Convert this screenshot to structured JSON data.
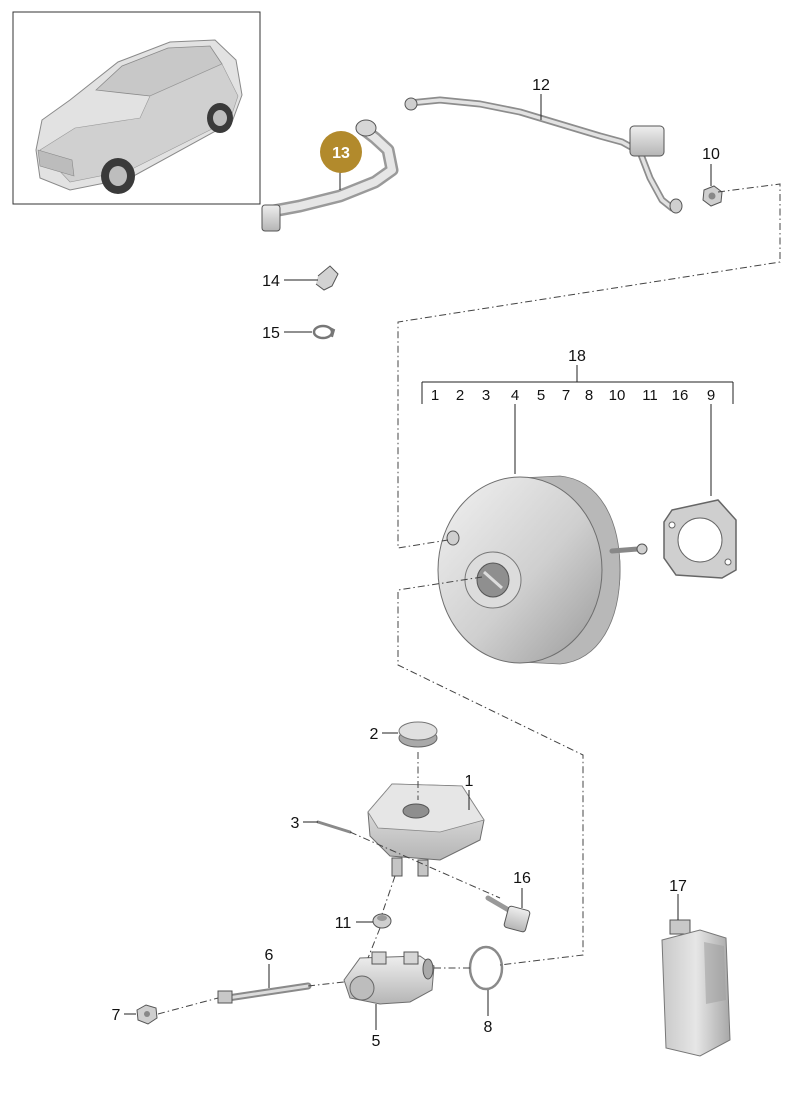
{
  "inset": {
    "vehicle_icon": "suv-car-icon"
  },
  "callouts": {
    "c1": "1",
    "c2": "2",
    "c3": "3",
    "c4": "4",
    "c5": "5",
    "c6": "6",
    "c7": "7",
    "c8": "8",
    "c10": "10",
    "c11": "11",
    "c12": "12",
    "c13": "13",
    "c14": "14",
    "c15": "15",
    "c16": "16",
    "c17": "17",
    "c18": "18"
  },
  "kit_18": {
    "members": [
      "1",
      "2",
      "3",
      "4",
      "5",
      "7",
      "8",
      "10",
      "11",
      "16",
      "9"
    ]
  },
  "colors": {
    "highlight": "#b28a2c",
    "part_fill": "#d4d4d4",
    "line": "#222222",
    "background": "#ffffff"
  }
}
